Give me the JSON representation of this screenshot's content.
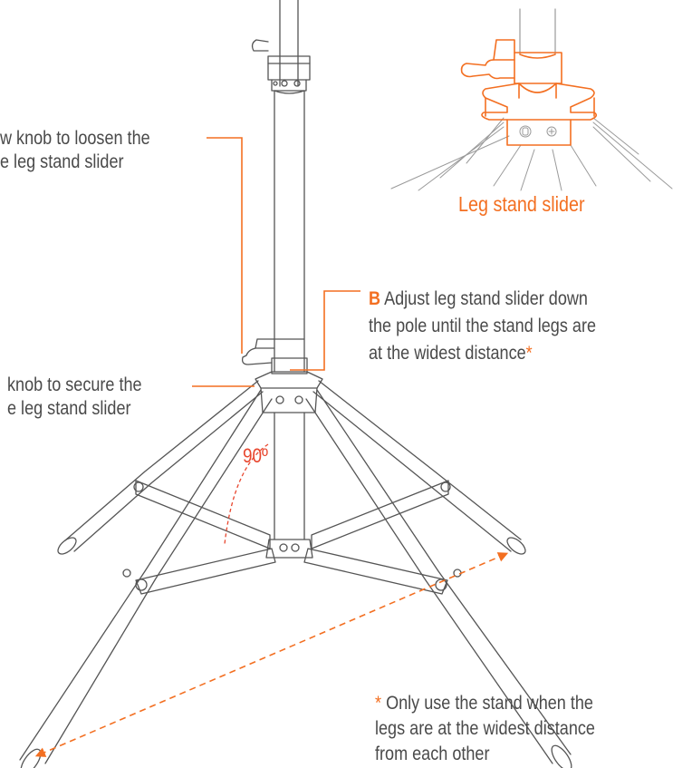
{
  "colors": {
    "accent": "#f36f21",
    "line": "#555555",
    "angle": "#e8462e",
    "text": "#4a4a4a"
  },
  "callout_a": {
    "line1": "w knob to loosen the",
    "line2": "e leg stand slider"
  },
  "callout_b": {
    "marker": "B",
    "line1": "Adjust leg stand slider down",
    "line2": "the pole until the stand legs are",
    "line3": "at the widest distance",
    "asterisk": "*"
  },
  "callout_c": {
    "line1": "knob to secure the",
    "line2": "e leg stand slider"
  },
  "inset": {
    "label": "Leg stand slider"
  },
  "angle_label": "90º",
  "note": {
    "asterisk": "*",
    "line1": "Only use the stand when the",
    "line2": "legs are at the widest distance",
    "line3": "from each other"
  }
}
